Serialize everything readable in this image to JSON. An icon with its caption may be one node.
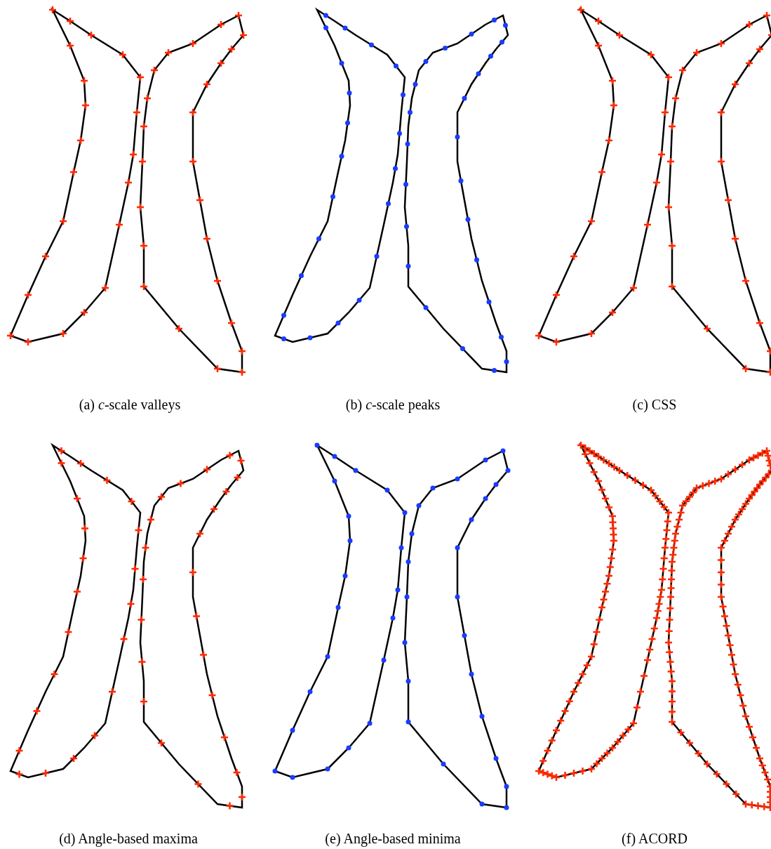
{
  "diagram": {
    "labels": [
      "(a) *c*-scale valleys",
      "(b) *c*-scale peaks",
      "(c) CSS",
      "(d) Angle-based maxima",
      "(e) Angle-based minima",
      "(f) ACORD"
    ]
  }
}
